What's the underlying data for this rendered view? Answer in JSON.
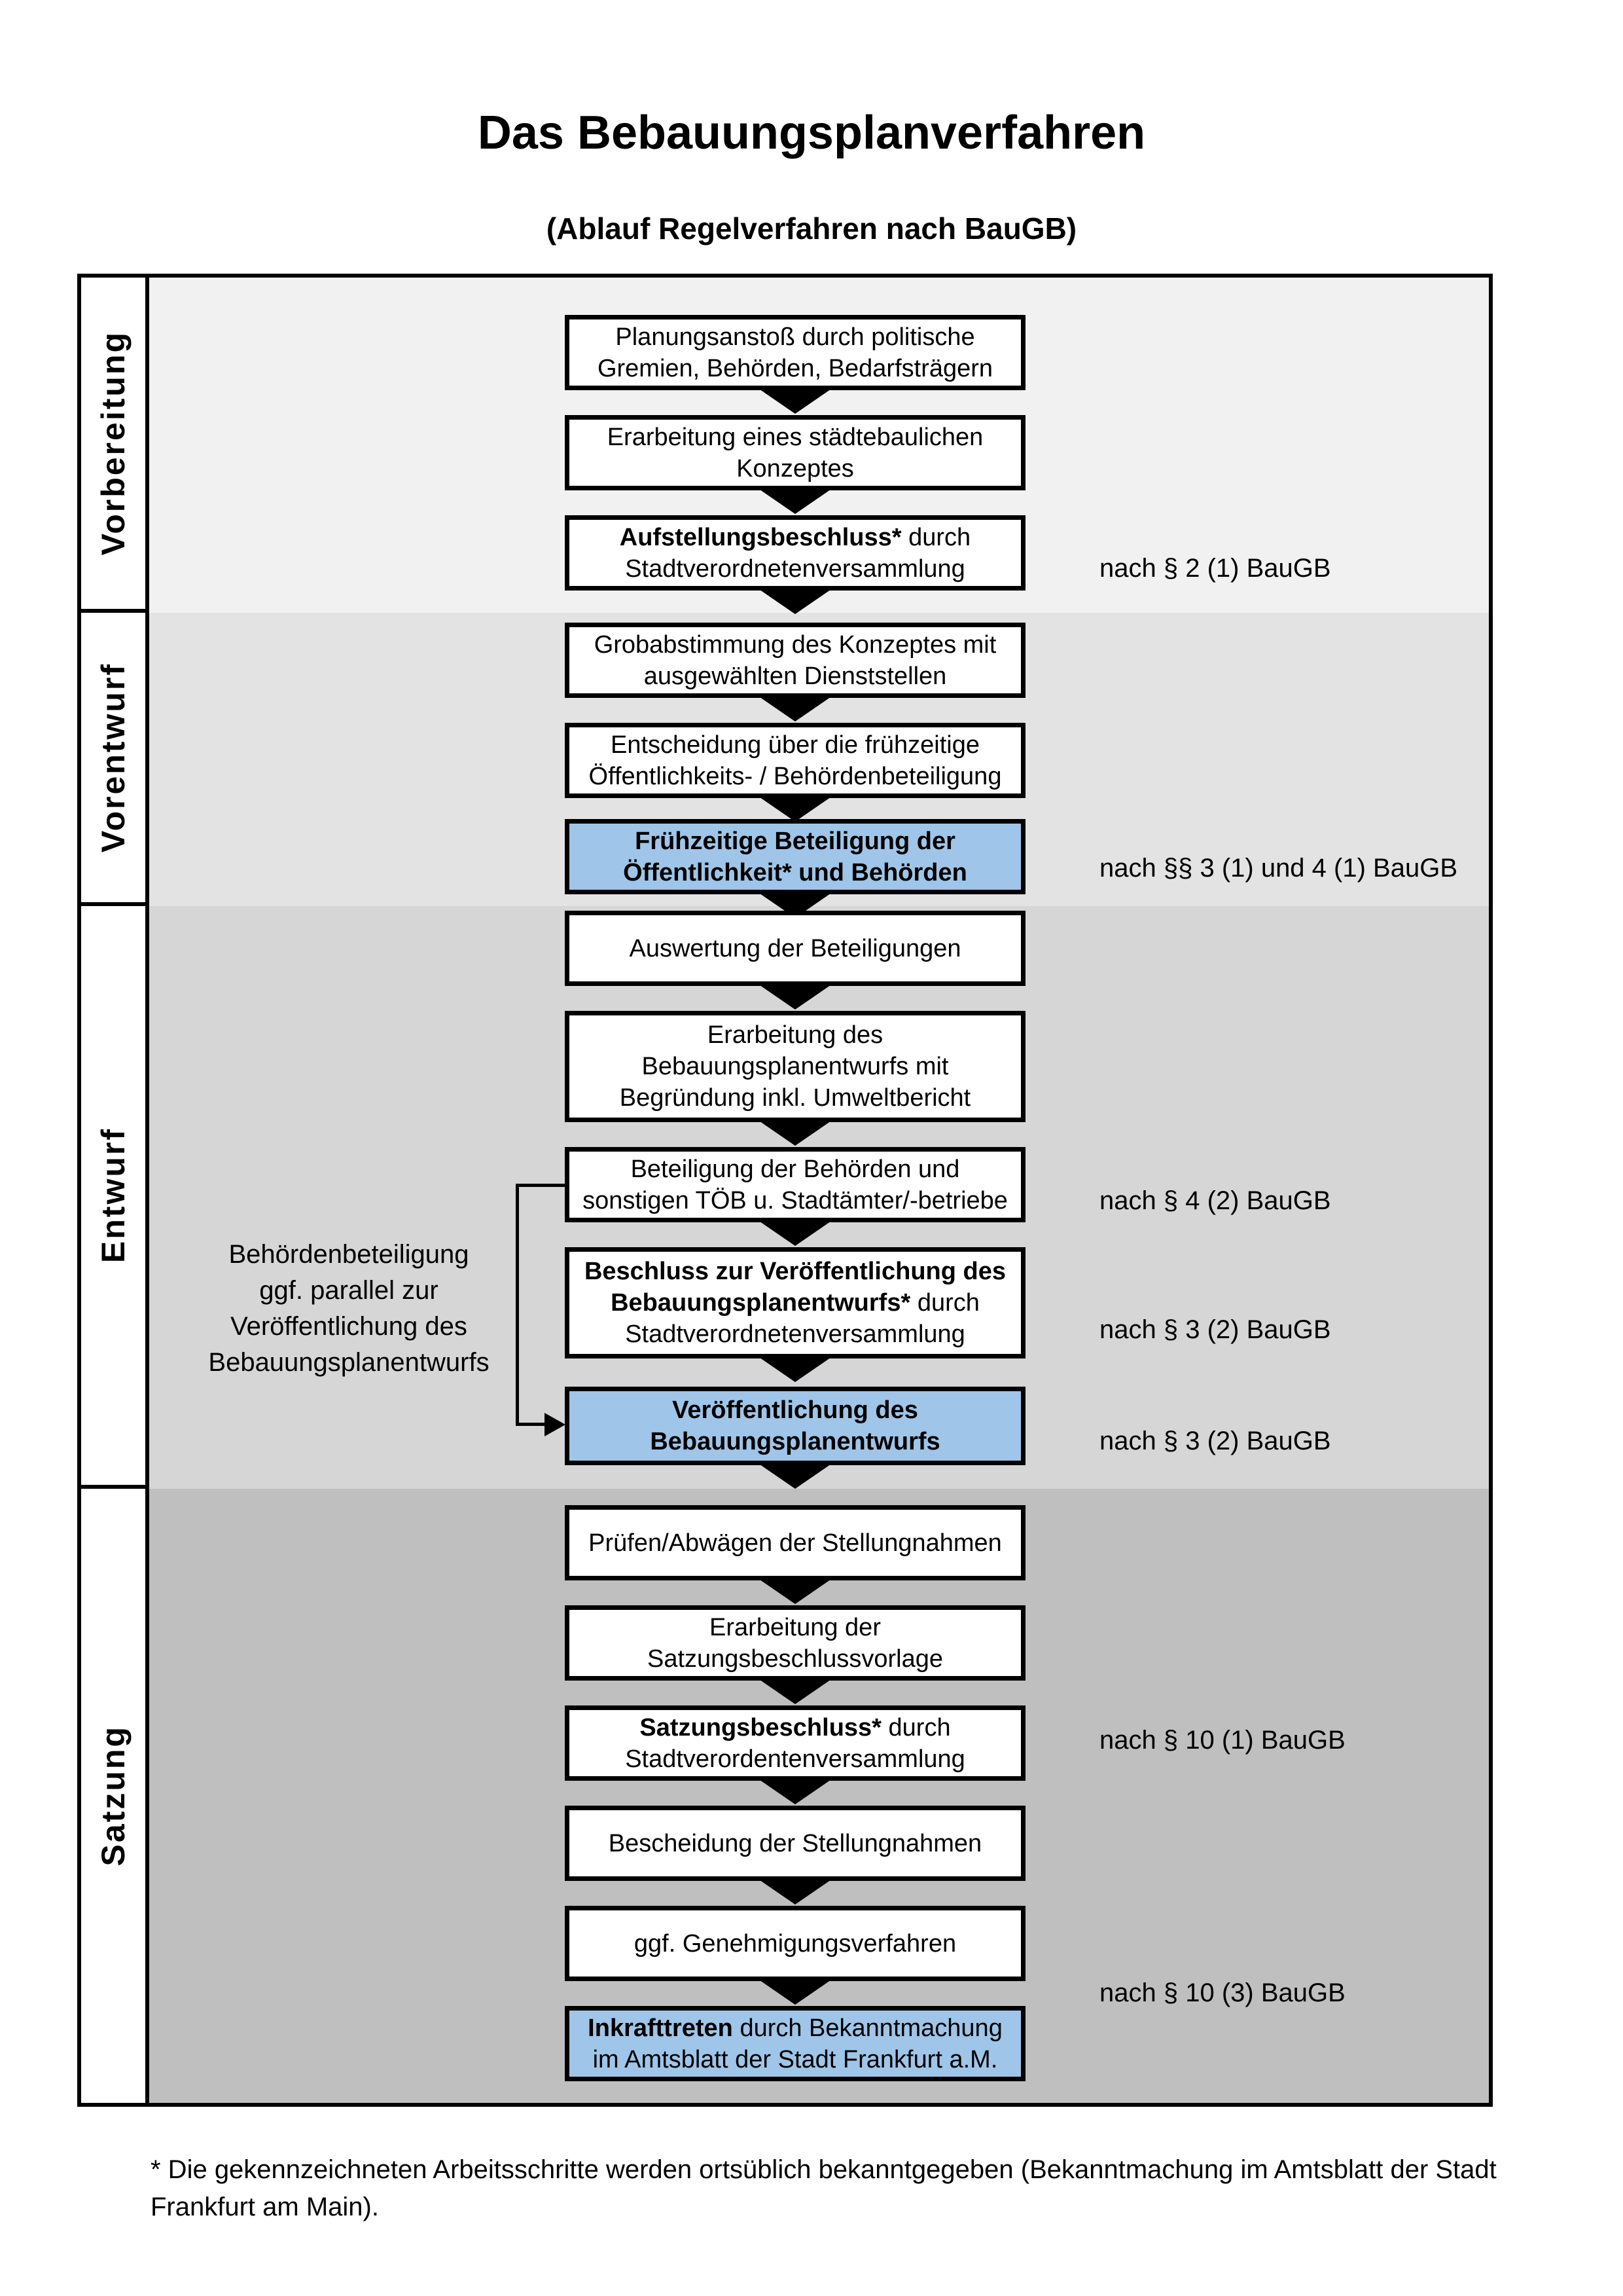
{
  "page": {
    "title": "Das Bebauungsplanverfahren",
    "subtitle": "(Ablauf Regelverfahren nach BauGB)",
    "footnote_line1": "* Die gekennzeichneten Arbeitsschritte werden ortsüblich bekanntgegeben (Bekanntmachung im Amtsblatt  der Stadt",
    "footnote_line2": "Frankfurt am Main)."
  },
  "colors": {
    "highlight_blue": "#9FC5E8",
    "box_border": "#000000",
    "phase_backgrounds": [
      "#F1F1F1",
      "#E3E3E3",
      "#D6D6D6",
      "#BFBFBF"
    ]
  },
  "side_note": {
    "lines": [
      "Behördenbeteiligung",
      "ggf. parallel zur",
      "Veröffentlichung des",
      "Bebauungsplanentwurfs"
    ]
  },
  "phases": [
    {
      "label": "Vorbereitung",
      "boxes": [
        {
          "highlight": false,
          "lines": [
            [
              {
                "t": "Planungsanstoß durch politische"
              }
            ],
            [
              {
                "t": "Gremien, Behörden, Bedarfsträgern"
              }
            ]
          ]
        },
        {
          "highlight": false,
          "lines": [
            [
              {
                "t": "Erarbeitung eines städtebaulichen"
              }
            ],
            [
              {
                "t": "Konzeptes"
              }
            ]
          ]
        },
        {
          "highlight": false,
          "lines": [
            [
              {
                "t": "Aufstellungsbeschluss*",
                "b": true
              },
              {
                "t": " durch"
              }
            ],
            [
              {
                "t": "Stadtverordnetenversammlung"
              }
            ]
          ]
        }
      ],
      "annotations": [
        {
          "text": "nach § 2 (1) BauGB"
        }
      ]
    },
    {
      "label": "Vorentwurf",
      "boxes": [
        {
          "highlight": false,
          "lines": [
            [
              {
                "t": "Grobabstimmung des Konzeptes mit"
              }
            ],
            [
              {
                "t": "ausgewählten Dienststellen"
              }
            ]
          ]
        },
        {
          "highlight": false,
          "lines": [
            [
              {
                "t": "Entscheidung über die frühzeitige"
              }
            ],
            [
              {
                "t": "Öffentlichkeits- / Behördenbeteiligung"
              }
            ]
          ]
        },
        {
          "highlight": true,
          "lines": [
            [
              {
                "t": "Frühzeitige Beteiligung der",
                "b": true
              }
            ],
            [
              {
                "t": "Öffentlichkeit* und Behörden",
                "b": true
              }
            ]
          ]
        }
      ],
      "annotations": [
        {
          "text": "nach §§ 3 (1) und 4 (1) BauGB"
        }
      ]
    },
    {
      "label": "Entwurf",
      "boxes": [
        {
          "highlight": false,
          "lines": [
            [
              {
                "t": "Auswertung der Beteiligungen"
              }
            ]
          ]
        },
        {
          "highlight": false,
          "lines": [
            [
              {
                "t": "Erarbeitung des"
              }
            ],
            [
              {
                "t": "Bebauungsplanentwurfs mit"
              }
            ],
            [
              {
                "t": "Begründung inkl. Umweltbericht"
              }
            ]
          ]
        },
        {
          "highlight": false,
          "lines": [
            [
              {
                "t": "Beteiligung der Behörden und"
              }
            ],
            [
              {
                "t": "sonstigen TÖB u. Stadtämter/-betriebe"
              }
            ]
          ]
        },
        {
          "highlight": false,
          "lines": [
            [
              {
                "t": "Beschluss zur Veröffentlichung des",
                "b": true
              }
            ],
            [
              {
                "t": "Bebauungsplanentwurfs*",
                "b": true
              },
              {
                "t": " durch"
              }
            ],
            [
              {
                "t": "Stadtverordnetenversammlung"
              }
            ]
          ]
        },
        {
          "highlight": true,
          "lines": [
            [
              {
                "t": "Veröffentlichung des",
                "b": true
              }
            ],
            [
              {
                "t": "Bebauungsplanentwurfs",
                "b": true
              }
            ]
          ]
        }
      ],
      "annotations": [
        {
          "text": "nach § 4 (2) BauGB"
        },
        {
          "text": "nach § 3 (2) BauGB"
        },
        {
          "text": "nach § 3 (2) BauGB"
        }
      ]
    },
    {
      "label": "Satzung",
      "boxes": [
        {
          "highlight": false,
          "lines": [
            [
              {
                "t": "Prüfen/Abwägen der Stellungnahmen"
              }
            ]
          ]
        },
        {
          "highlight": false,
          "lines": [
            [
              {
                "t": "Erarbeitung der"
              }
            ],
            [
              {
                "t": "Satzungsbeschlussvorlage"
              }
            ]
          ]
        },
        {
          "highlight": false,
          "lines": [
            [
              {
                "t": "Satzungsbeschluss*",
                "b": true
              },
              {
                "t": " durch"
              }
            ],
            [
              {
                "t": "Stadtverordentenversammlung"
              }
            ]
          ]
        },
        {
          "highlight": false,
          "lines": [
            [
              {
                "t": "Bescheidung der Stellungnahmen"
              }
            ]
          ]
        },
        {
          "highlight": false,
          "lines": [
            [
              {
                "t": "ggf. Genehmigungsverfahren"
              }
            ]
          ]
        },
        {
          "highlight": true,
          "lines": [
            [
              {
                "t": "Inkrafttreten",
                "b": true
              },
              {
                "t": " durch Bekanntmachung"
              }
            ],
            [
              {
                "t": "im Amtsblatt der Stadt Frankfurt a.M."
              }
            ]
          ]
        }
      ],
      "annotations": [
        {
          "text": "nach § 10 (1) BauGB"
        },
        {
          "text": "nach § 10 (3) BauGB"
        }
      ]
    }
  ]
}
